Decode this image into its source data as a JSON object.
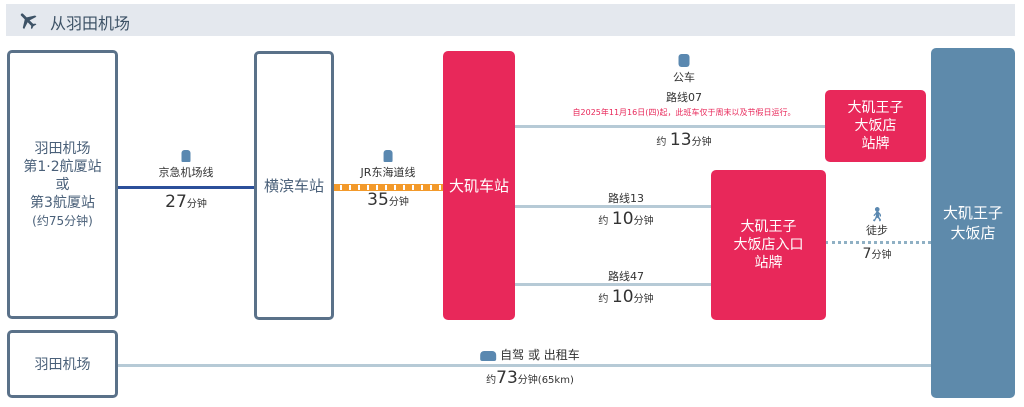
{
  "header": {
    "title": "从羽田机场",
    "icon": "airplane-icon"
  },
  "stations": {
    "haneda_terminals": [
      "羽田机场",
      "第1·2航厦站",
      "或",
      "第3航厦站",
      "(约75分钟)"
    ],
    "yokohama": "横滨车站",
    "oiso": "大矶车站",
    "bus_stop": [
      "大矶王子",
      "大饭店",
      "站牌"
    ],
    "entrance_stop": [
      "大矶王子",
      "大饭店入口",
      "站牌"
    ],
    "hotel": [
      "大矶王子",
      "大饭店"
    ],
    "haneda": "羽田机场"
  },
  "routes": {
    "keikyu": {
      "name": "京急机场线",
      "time": "27",
      "unit": "分钟"
    },
    "jr": {
      "name": "JR东海道线",
      "time": "35",
      "unit": "分钟"
    },
    "bus07": {
      "mode": "公车",
      "name": "路线07",
      "notice": "自2025年11月16日(四)起，此班车仅于周末以及节假日运行。",
      "prefix": "约",
      "time": "13",
      "unit": "分钟"
    },
    "bus13": {
      "name": "路线13",
      "prefix": "约",
      "time": "10",
      "unit": "分钟"
    },
    "bus47": {
      "name": "路线47",
      "prefix": "约",
      "time": "10",
      "unit": "分钟"
    },
    "walk": {
      "mode": "徒步",
      "time": "7",
      "unit": "分钟"
    },
    "car": {
      "mode": "自驾 或 出租车",
      "prefix": "约",
      "time": "73",
      "unit": "分钟(65km)"
    }
  },
  "colors": {
    "pink": "#e8285a",
    "hotel": "#5e8aab",
    "keikyu": "#2b4f9a",
    "jr": "#f39a2b"
  }
}
